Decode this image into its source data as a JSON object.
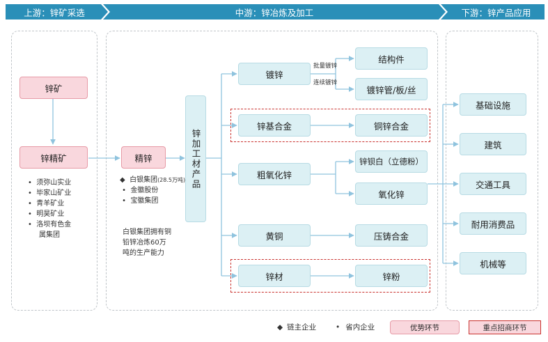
{
  "stages": {
    "upstream": "上游：锌矿采选",
    "midstream": "中游：锌冶炼及加工",
    "downstream": "下游：锌产品应用"
  },
  "upstream": {
    "zinc_ore": "锌矿",
    "zinc_concentrate": "锌精矿",
    "companies": [
      "须弥山实业",
      "毕家山矿业",
      "青羊矿业",
      "明昊矿业",
      "洛坝有色金",
      "属集团"
    ]
  },
  "midstream": {
    "refined_zinc": "精锌",
    "leader": "白银集团",
    "leader_note": "(28.5万吨)",
    "companies": [
      "金徽股份",
      "宝徽集团"
    ],
    "capacity_note": [
      "白银集团拥有铜",
      "铅锌冶炼60万",
      "吨的生产能力"
    ],
    "processing": "锌加工材产品",
    "galvanizing": "镀锌",
    "batch_label": "批量镀锌",
    "continuous_label": "连续镀锌",
    "structural": "结构件",
    "galv_pipe": "镀锌管/板/丝",
    "zinc_alloy": "锌基合金",
    "brass_alloy": "铜锌合金",
    "crude_zinc_oxide": "粗氧化锌",
    "lithopone": "锌钡白（立德粉）",
    "zinc_oxide": "氧化锌",
    "brass": "黄铜",
    "die_cast": "压铸合金",
    "zinc_material": "锌材",
    "zinc_powder": "锌粉"
  },
  "downstream": {
    "apps": [
      "基础设施",
      "建筑",
      "交通工具",
      "耐用消费品",
      "机械等"
    ]
  },
  "legend": {
    "chain_leader": "链主企业",
    "provincial": "省内企业",
    "advantage": "优势环节",
    "key_investment": "重点招商环节"
  },
  "colors": {
    "banner": "#2a8fb8",
    "box_fill": "#dcf0f4",
    "advantage_fill": "#f9d7dd",
    "key_frame": "#c9302c",
    "arrow": "#8fc3de"
  }
}
